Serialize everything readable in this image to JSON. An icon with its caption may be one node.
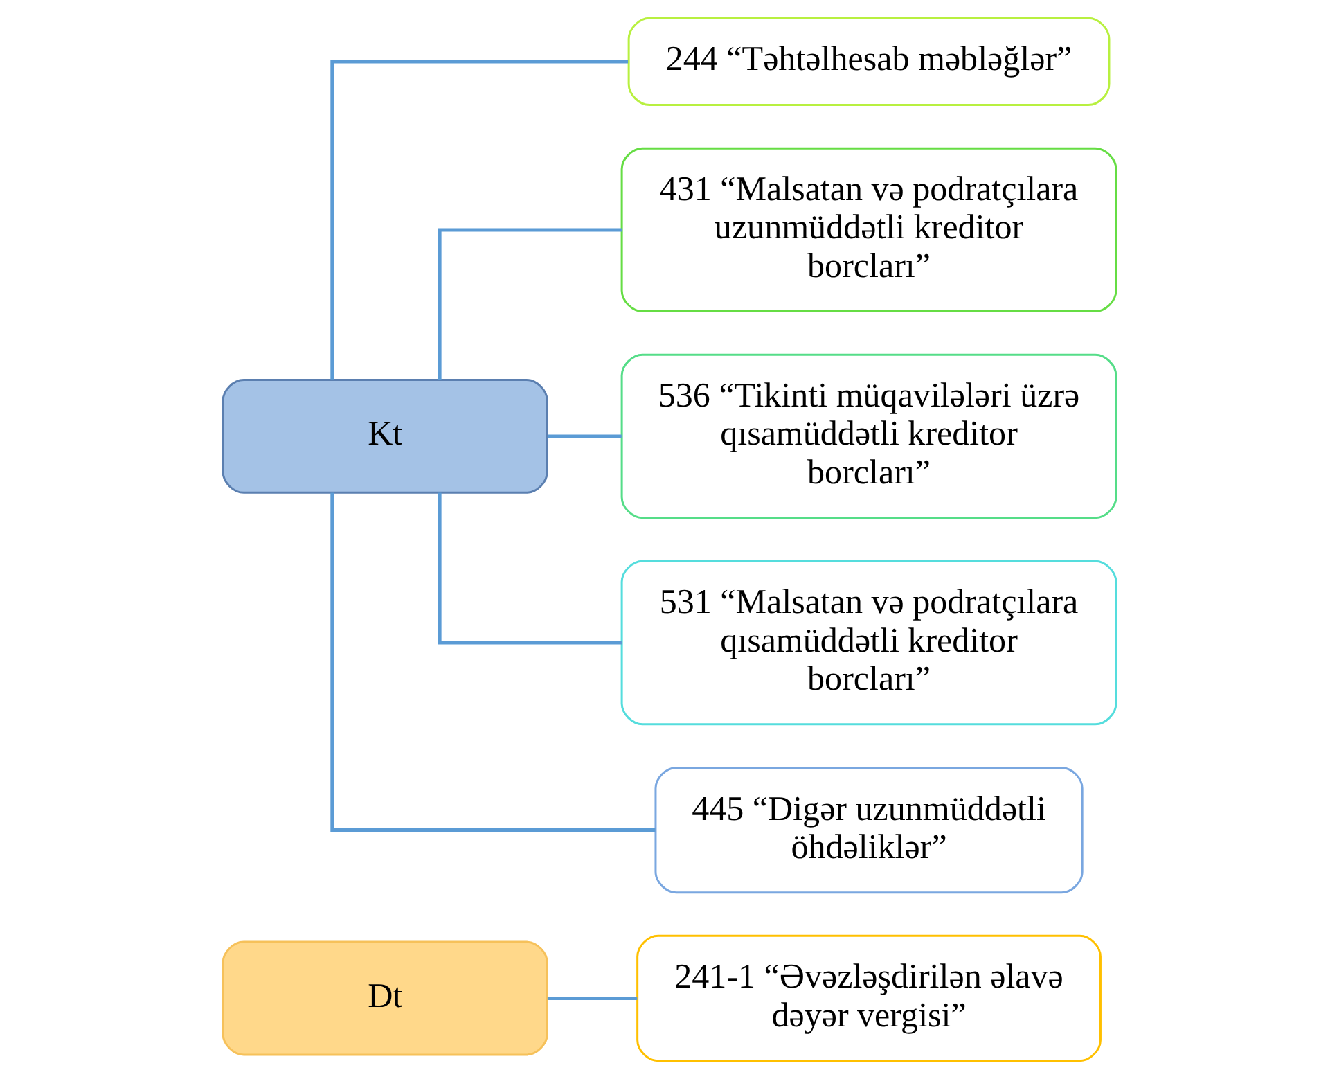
{
  "diagram": {
    "nodes": [
      {
        "text": [
          "Dt"
        ]
      },
      {
        "text": [
          "Kt"
        ]
      },
      {
        "text": [
          "241-1 “Əvəzləşdirilən əlavə dəyər vergisi”"
        ]
      },
      {
        "text": [
          "244 “Təhtəlhesab məbləğlər”"
        ]
      },
      {
        "text": [
          "431 “Malsatan və podratçılara uzunmüddətli kreditor borcları”"
        ]
      },
      {
        "text": [
          "536 “Tikinti müqavilələri üzrə qısamüddətli kreditor borcları”"
        ]
      },
      {
        "text": [
          "531 “Malsatan və podratçılara qısamüddətli kreditor borcları”"
        ]
      },
      {
        "text": [
          "445 “Digər uzunmüddətli öhdəliklər”"
        ]
      }
    ],
    "edges": [
      {
        "from": 0,
        "to": 2,
        "arrow": "none"
      },
      {
        "from": 1,
        "to": 3,
        "arrow": "none"
      },
      {
        "from": 1,
        "to": 4,
        "arrow": "none"
      },
      {
        "from": 1,
        "to": 5,
        "arrow": "none"
      },
      {
        "from": 1,
        "to": 6,
        "arrow": "none"
      },
      {
        "from": 1,
        "to": 7,
        "arrow": "none"
      }
    ]
  }
}
